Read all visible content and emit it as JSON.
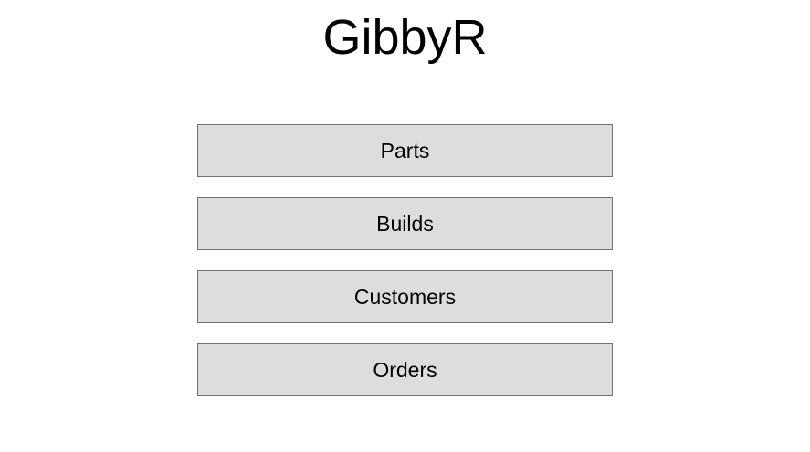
{
  "app": {
    "title": "GibbyR"
  },
  "colors": {
    "background": "#ffffff",
    "button_fill": "#dddddd",
    "button_border": "#707070",
    "text": "#000000"
  },
  "menu": {
    "buttons": [
      {
        "label": "Parts"
      },
      {
        "label": "Builds"
      },
      {
        "label": "Customers"
      },
      {
        "label": "Orders"
      }
    ]
  }
}
